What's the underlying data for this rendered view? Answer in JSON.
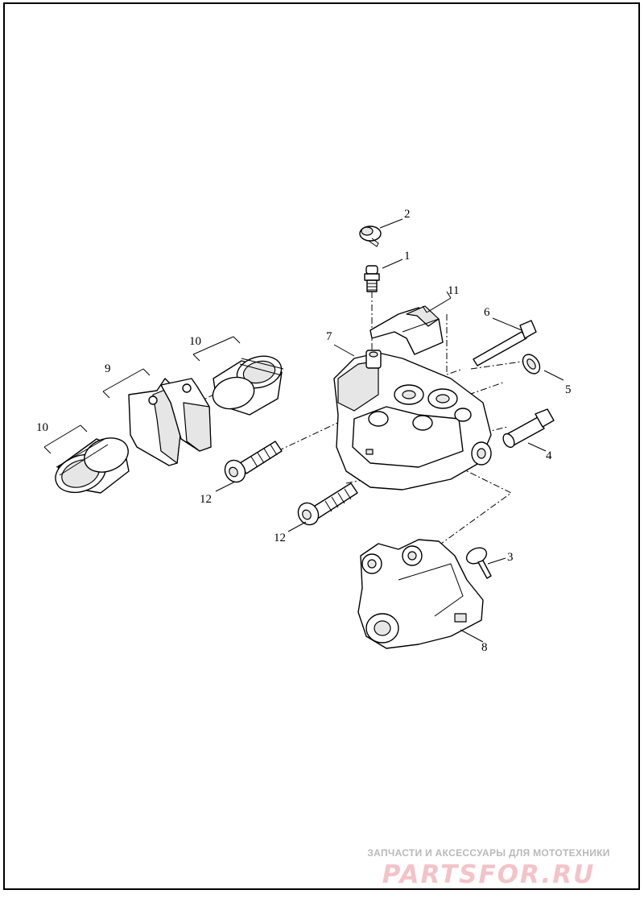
{
  "callouts": {
    "c1": "1",
    "c2": "2",
    "c3": "3",
    "c4": "4",
    "c5": "5",
    "c6": "6",
    "c7": "7",
    "c8": "8",
    "c9": "9",
    "c10a": "10",
    "c10b": "10",
    "c11": "11",
    "c12a": "12",
    "c12b": "12"
  },
  "watermark": {
    "tagline": "ЗАПЧАСТИ И АКСЕССУАРЫ ДЛЯ МОТОТЕХНИКИ",
    "brand": "PARTSFOR.RU"
  },
  "colors": {
    "line": "#000000",
    "watermark_brand": "#f3c3c8",
    "watermark_text": "#b9b9b9"
  }
}
